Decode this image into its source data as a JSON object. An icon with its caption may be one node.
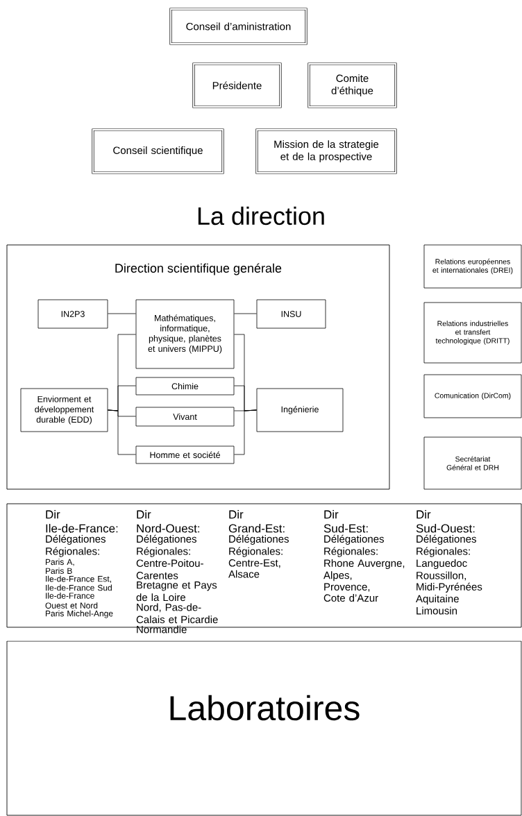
{
  "diagram": {
    "nodes": [
      {
        "text": [
          "Conseil d’aministration"
        ]
      },
      {
        "text": [
          "Présidente"
        ]
      },
      {
        "text": [
          "Comite d’éthique"
        ]
      },
      {
        "text": [
          "Conseil scientifique"
        ]
      },
      {
        "text": [
          "Mission de la strategie et de la prospective"
        ]
      },
      {
        "text": [
          "Direction scientifique genérale"
        ]
      },
      {
        "text": [
          "IN2P3"
        ],
        "in": 5
      },
      {
        "text": [
          "Mathématiques, informatique, physique, planètes et univers (MIPPU)"
        ],
        "in": 5
      },
      {
        "text": [
          "INSU"
        ],
        "in": 5
      },
      {
        "text": [
          "Chimie"
        ],
        "in": 5
      },
      {
        "text": [
          "Enviorment et développement durable (EDD)"
        ],
        "in": 5
      },
      {
        "text": [
          "Vivant"
        ],
        "in": 5
      },
      {
        "text": [
          "Ingénierie"
        ],
        "in": 5
      },
      {
        "text": [
          "Homme et société"
        ],
        "in": 5
      },
      {
        "text": [
          "Relations européennes et internationales (DREI)"
        ]
      },
      {
        "text": [
          "Relations industrielles et transfert technologique (DRITT)"
        ]
      },
      {
        "text": [
          "Comunication (DirCom)"
        ]
      },
      {
        "text": [
          "Secrétariat Général et DRH"
        ]
      },
      {
        "text": [
          "Dir Ile-de-France:",
          "Délégationes Régionales:",
          "Paris A,",
          "Paris B",
          "Ile-de-France Est,",
          "Ile-de-France Sud",
          "Ile-de-France Ouest et Nord",
          "Paris Michel-Ange",
          "Dir Nord-Ouest:",
          "Délégationes Régionales:",
          "Centre-Poitou-Carentes",
          "Bretagne et Pays de la Loire",
          "Nord, Pas-de-Calais et Picardie",
          "Normandie",
          "Dir Grand-Est:",
          "Délégationes Régionales:",
          "Centre-Est,",
          "Alsace",
          "Dir Sud-Est:",
          "Délégationes Régionales:",
          "Rhone Auvergne,",
          "Alpes,",
          "Provence,",
          "Cote d’Azur",
          "Dir Sud-Ouest:",
          "Délégationes Régionales:",
          "Languedoc Roussillon,",
          "Midi-Pyrénées",
          "Aquitaine",
          "Limousin"
        ]
      },
      {
        "text": [
          "Laboratoires"
        ]
      }
    ],
    "edges": [
      {
        "from": 6,
        "to": 7,
        "arrow": "none"
      },
      {
        "from": 7,
        "to": 8,
        "arrow": "none"
      },
      {
        "from": 10,
        "to": 7,
        "arrow": "none"
      },
      {
        "from": 10,
        "to": 9,
        "arrow": "none"
      },
      {
        "from": 10,
        "to": 11,
        "arrow": "none"
      },
      {
        "from": 10,
        "to": 13,
        "arrow": "none"
      },
      {
        "from": 7,
        "to": 12,
        "arrow": "none"
      },
      {
        "from": 9,
        "to": 12,
        "arrow": "none"
      },
      {
        "from": 11,
        "to": 12,
        "arrow": "none"
      },
      {
        "from": 13,
        "to": 12,
        "arrow": "none"
      }
    ],
    "labels": [
      "La direction"
    ]
  }
}
